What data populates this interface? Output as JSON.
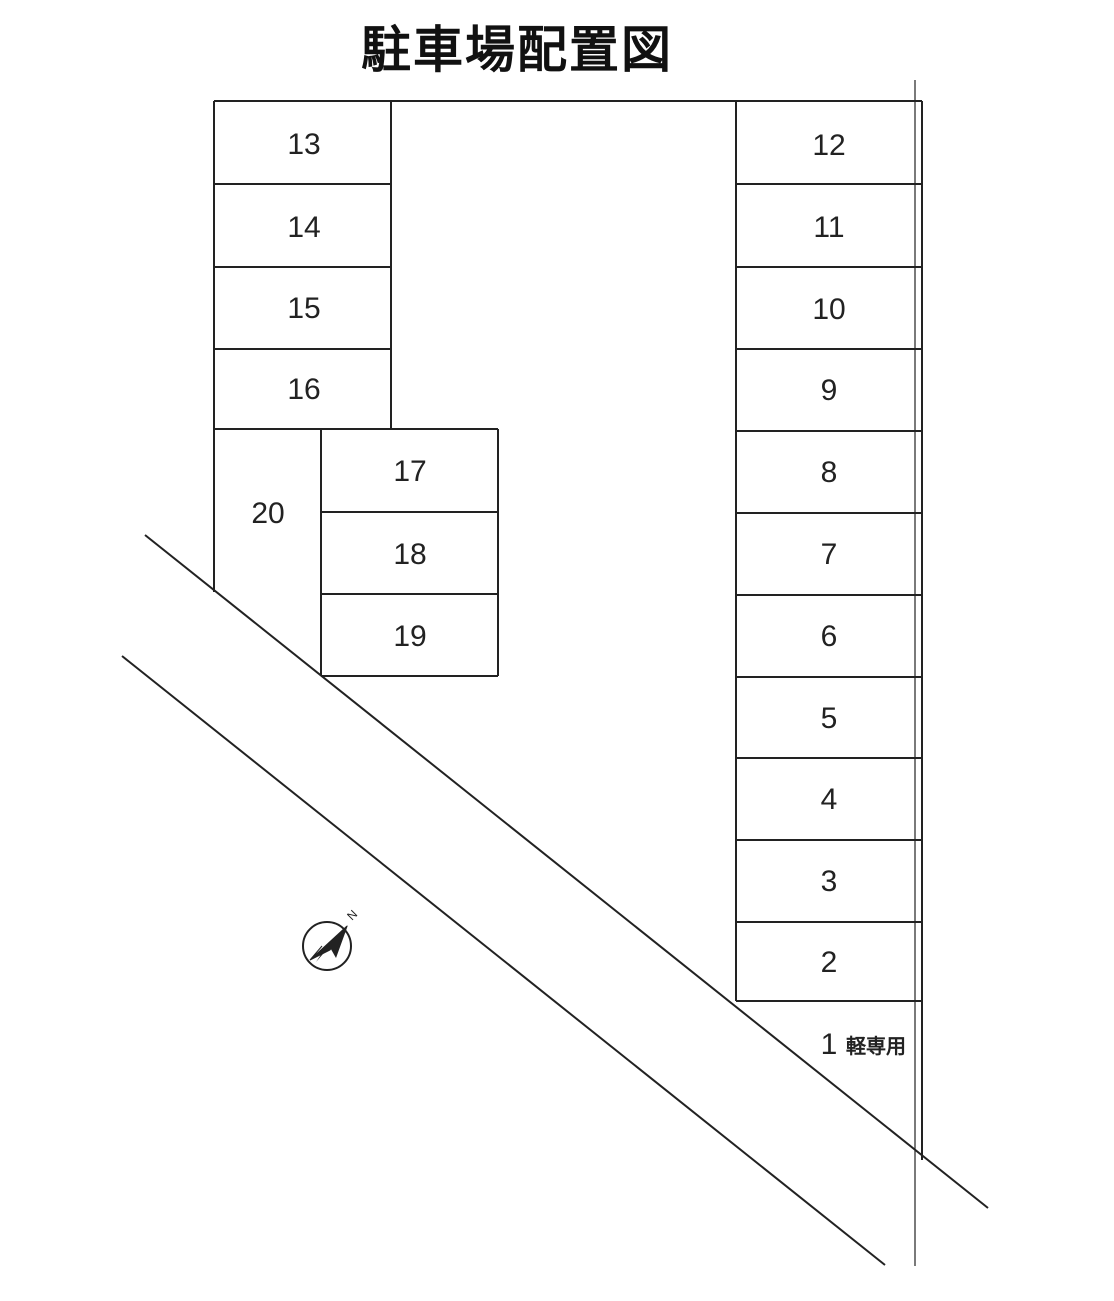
{
  "title": "駐車場配置図",
  "spaces": {
    "s1": "1",
    "s1_note": "軽専用",
    "s2": "2",
    "s3": "3",
    "s4": "4",
    "s5": "5",
    "s6": "6",
    "s7": "7",
    "s8": "8",
    "s9": "9",
    "s10": "10",
    "s11": "11",
    "s12": "12",
    "s13": "13",
    "s14": "14",
    "s15": "15",
    "s16": "16",
    "s17": "17",
    "s18": "18",
    "s19": "19",
    "s20": "20"
  },
  "compass": {
    "label": "N",
    "icon": "north-arrow-icon"
  },
  "colors": {
    "line": "#222222",
    "background": "#ffffff"
  }
}
